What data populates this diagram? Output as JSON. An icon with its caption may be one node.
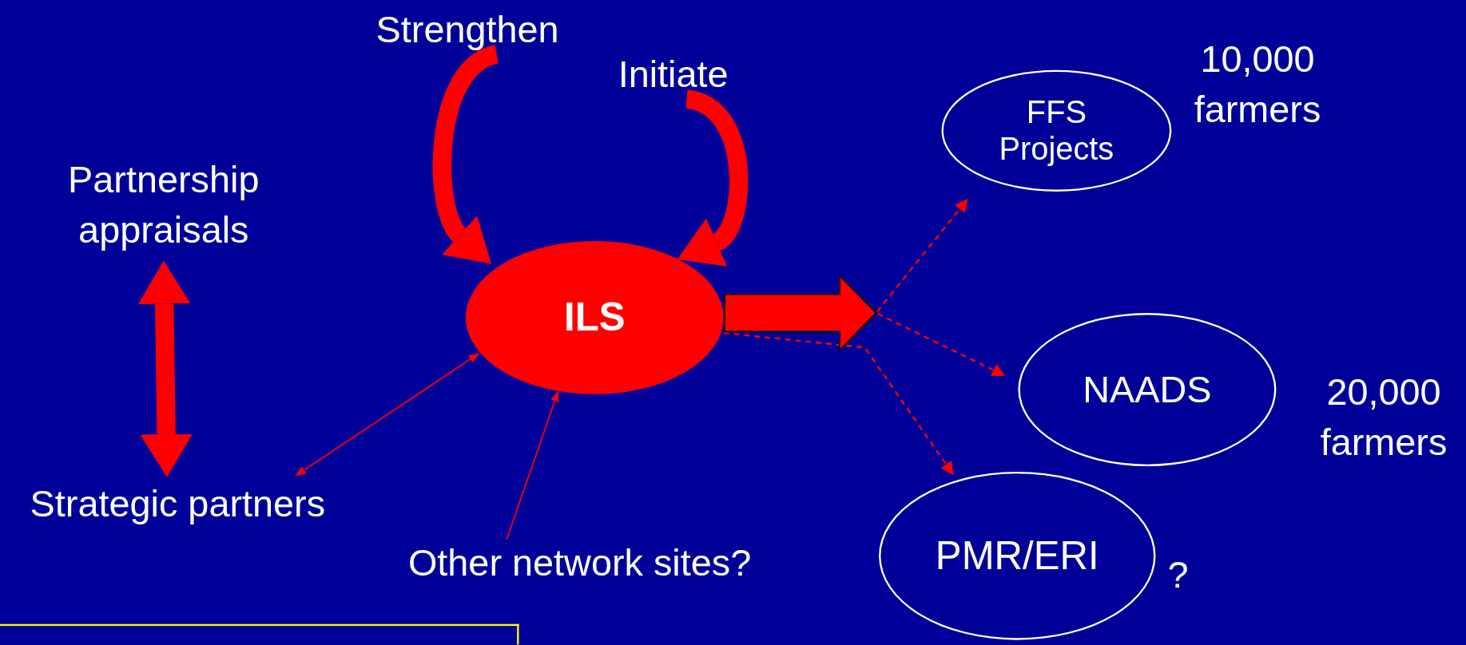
{
  "diagram": {
    "nodes": [
      {
        "text": [
          "Strengthen"
        ]
      },
      {
        "text": [
          "Initiate"
        ]
      },
      {
        "text": [
          "Partnership appraisals"
        ]
      },
      {
        "text": [
          "ILS"
        ]
      },
      {
        "text": [
          "FFS Projects"
        ],
        "beside": [
          "10,000 farmers"
        ]
      },
      {
        "text": [
          "NAADS"
        ],
        "beside": [
          "20,000 farmers"
        ]
      },
      {
        "text": [
          "Strategic partners"
        ]
      },
      {
        "text": [
          "Other network sites?"
        ]
      },
      {
        "text": [
          "PMR/ERI"
        ],
        "beside": [
          "?"
        ]
      },
      {
        "text": [],
        "shape": "box"
      }
    ],
    "edges": [
      {
        "from": 0,
        "to": 3,
        "arrow": "to",
        "style": "thick"
      },
      {
        "from": 1,
        "to": 3,
        "arrow": "to",
        "style": "thick"
      },
      {
        "from": 2,
        "to": 6,
        "arrow": "both",
        "style": "thick"
      },
      {
        "from": 3,
        "to": 4,
        "arrow": "to",
        "style": "dashed"
      },
      {
        "from": 3,
        "to": 5,
        "arrow": "to",
        "style": "dashed"
      },
      {
        "from": 3,
        "to": 8,
        "arrow": "to",
        "style": "dashed"
      },
      {
        "from": 6,
        "to": 3,
        "arrow": "both"
      },
      {
        "from": 7,
        "to": 3,
        "arrow": "to"
      }
    ]
  }
}
